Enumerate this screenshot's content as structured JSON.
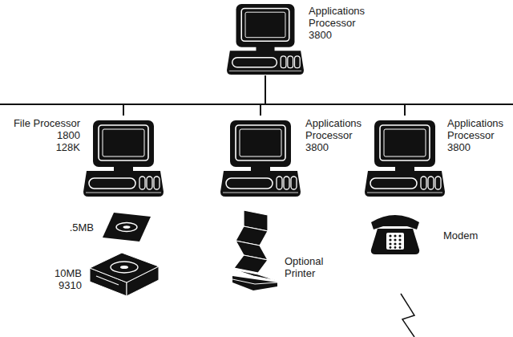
{
  "diagram": {
    "nodes": [
      {
        "text": [
          "Applications Processor",
          "3800"
        ]
      },
      {
        "text": [
          "File Processor",
          "1800",
          "128K"
        ]
      },
      {
        "text": [
          "Applications Processor",
          "3800"
        ]
      },
      {
        "text": [
          "Applications Processor",
          "3800"
        ]
      },
      {
        "text": [
          ".5MB"
        ]
      },
      {
        "text": [
          "10MB",
          "9310"
        ]
      },
      {
        "text": [
          "Optional Printer"
        ]
      },
      {
        "text": [
          "Modem"
        ]
      }
    ],
    "edges": [
      {
        "from": 0,
        "to": 1,
        "arrow": "none"
      },
      {
        "from": 0,
        "to": 2,
        "arrow": "none"
      },
      {
        "from": 0,
        "to": 3,
        "arrow": "none"
      }
    ]
  }
}
